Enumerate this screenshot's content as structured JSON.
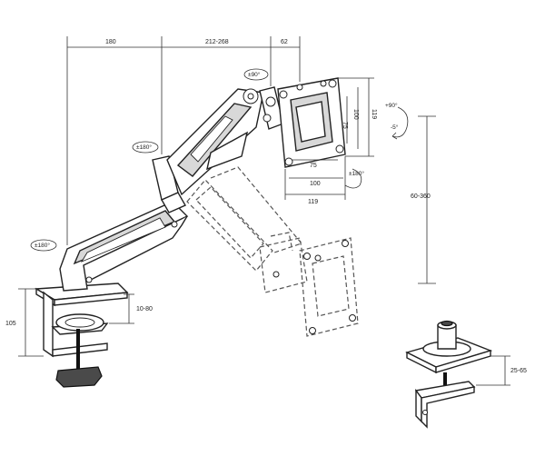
{
  "dimensions": {
    "top_left": "180",
    "top_middle": "212-268",
    "top_right": "62",
    "plate_width_inner": "75",
    "plate_width_outer": "100",
    "plate_width_total": "119",
    "plate_height_inner": "75",
    "plate_height_outer": "100",
    "plate_height_total": "119",
    "height_range": "60-360",
    "clamp_height": "105",
    "clamp_range": "10-80",
    "grommet_range": "25-65"
  },
  "rotations": {
    "tilt_up": "+90°",
    "tilt_down": "-5°",
    "swivel_top": "±90°",
    "swivel_elbow": "±180°",
    "swivel_base": "±180°",
    "plate_rotate": "±180°"
  }
}
